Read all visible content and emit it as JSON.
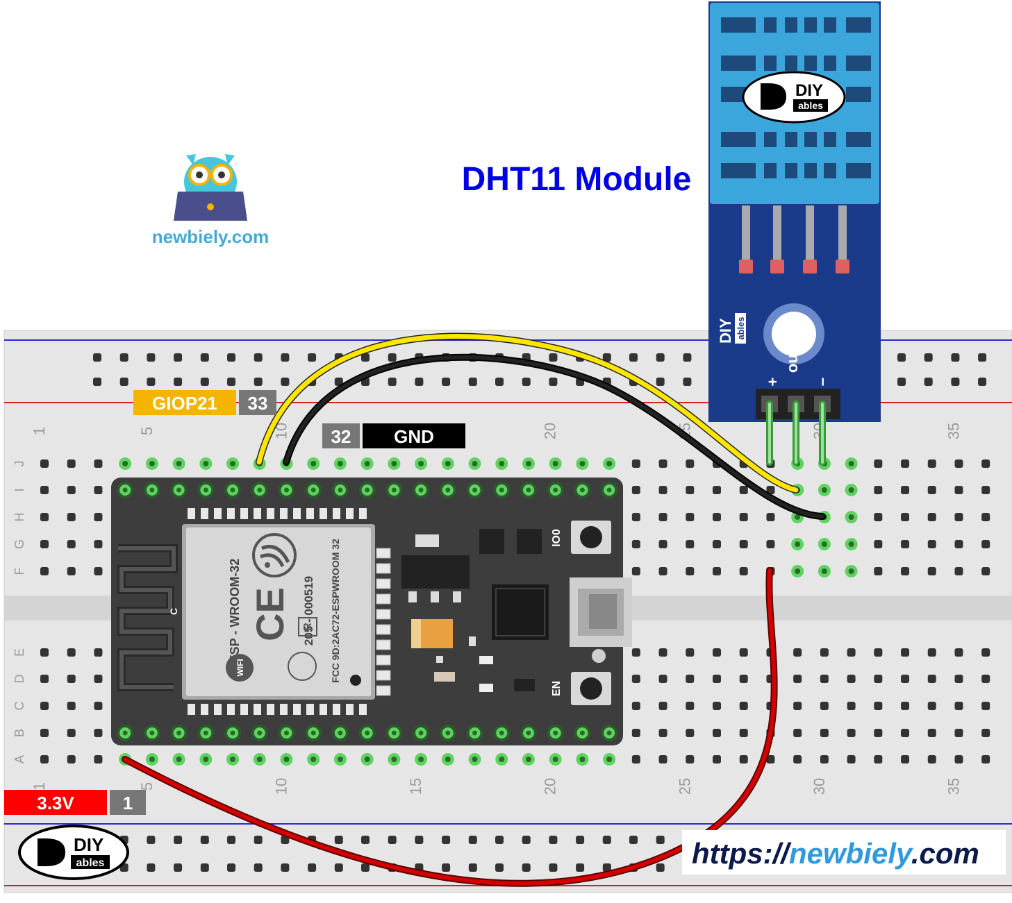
{
  "brand": {
    "site_name": "newbiely.com",
    "url_prefix": "https://",
    "url_domain": "newbiely",
    "url_suffix": ".com",
    "logo_text_top": "DIY",
    "logo_text_bottom": "ables"
  },
  "module": {
    "title": "DHT11 Module",
    "pin_plus": "+",
    "pin_out": "out",
    "pin_minus": "−"
  },
  "esp32": {
    "module_label": "ESP - WROOM-32",
    "cert_text": "205 - 000519",
    "fcc_text": "FCC 9D:2AC72-ESPWROOM 32",
    "wifi_text": "WIFI",
    "button_io0": "IO0",
    "button_en": "EN",
    "antenna_mark": "C",
    "r_mark": "R"
  },
  "pin_labels": [
    {
      "name": "GIOP21",
      "pin": "33",
      "color": "#f5b400"
    },
    {
      "name": "GND",
      "pin": "32",
      "color": "#000000"
    },
    {
      "name": "3.3V",
      "pin": "1",
      "color": "#ff0000"
    }
  ],
  "breadboard": {
    "row_letters_top": [
      "J",
      "I",
      "H",
      "G",
      "F"
    ],
    "row_letters_bottom": [
      "E",
      "D",
      "C",
      "B",
      "A"
    ],
    "column_numbers": [
      "1",
      "5",
      "10",
      "15",
      "20",
      "25",
      "30",
      "35"
    ]
  },
  "colors": {
    "title_blue": "#0000e6",
    "wire_yellow": "#ffe600",
    "wire_black": "#111111",
    "wire_red": "#d40000",
    "module_blue": "#1a3a8a",
    "sensor_blue": "#3aa6dc",
    "board_gray": "#3d3d3d",
    "url_blue": "#3399dd",
    "url_dark": "#0b1a4a"
  }
}
